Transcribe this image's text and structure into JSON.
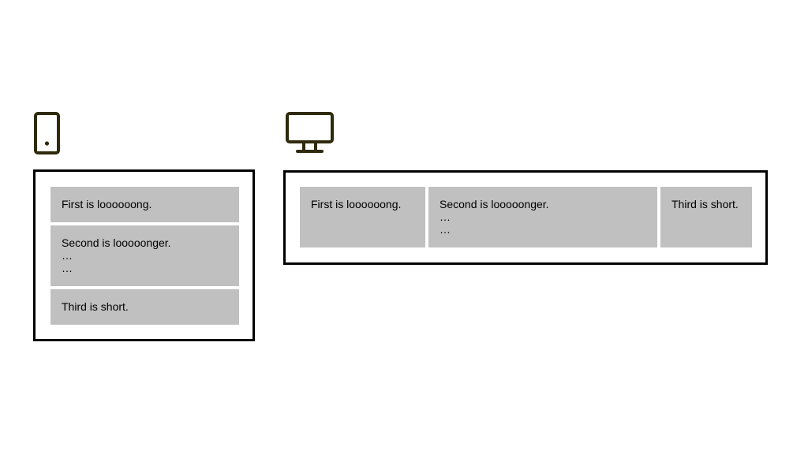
{
  "icons": {
    "mobile": "phone-icon",
    "desktop": "monitor-icon",
    "color": "#2e2a0b"
  },
  "items": [
    {
      "lines": [
        "First is loooooong."
      ]
    },
    {
      "lines": [
        "Second is looooonger.",
        "…",
        "…"
      ]
    },
    {
      "lines": [
        "Third is short."
      ]
    }
  ],
  "colors": {
    "item_background": "#c0c0c0",
    "frame_border": "#000000"
  }
}
